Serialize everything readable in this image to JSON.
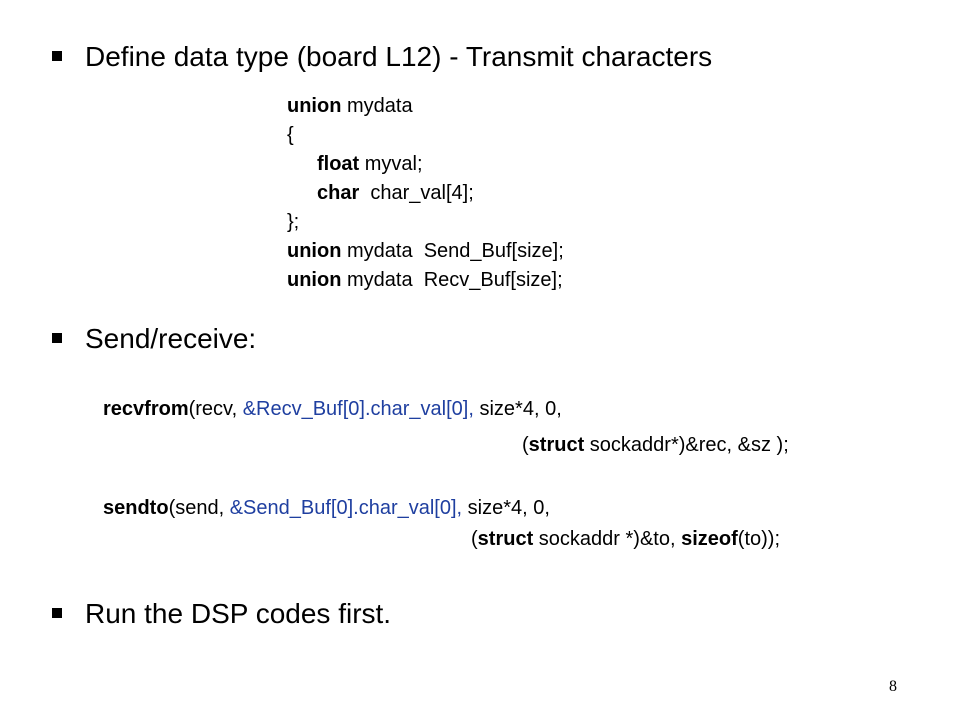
{
  "bullets": {
    "define": "Define data type (board L12) - Transmit characters",
    "send_receive": "Send/receive:",
    "run": "Run the DSP codes first."
  },
  "union_code": {
    "line1_kw": "union",
    "line1_rest": " mydata",
    "open_brace": "{",
    "line3_kw": "float",
    "line3_rest": " myval;",
    "line4_kw": "char",
    "line4_rest": "  char_val[4];",
    "close_brace": "};",
    "line6_kw": "union",
    "line6_rest": " mydata  Send_Buf[size];",
    "line7_kw": "union",
    "line7_rest": " mydata  Recv_Buf[size];"
  },
  "recvfrom_call": {
    "fn": "recvfrom",
    "open": "(recv, ",
    "arg_highlight": "&Recv_Buf[0].char_val[0],",
    "rest": " size*4, 0,",
    "cont_open": "(",
    "cont_kw": "struct",
    "cont_rest": " sockaddr*)&rec, &sz );"
  },
  "sendto_call": {
    "fn": "sendto",
    "open": "(send, ",
    "arg_highlight": "&Send_Buf[0].char_val[0],",
    "rest": " size*4, 0,",
    "cont_open": "(",
    "cont_kw": "struct",
    "cont_mid": " sockaddr *)&to, ",
    "cont_kw2": "sizeof",
    "cont_end": "(to));"
  },
  "page_number": "8",
  "colors": {
    "text": "#000000",
    "highlight": "#1f3fa0",
    "background": "#ffffff"
  }
}
